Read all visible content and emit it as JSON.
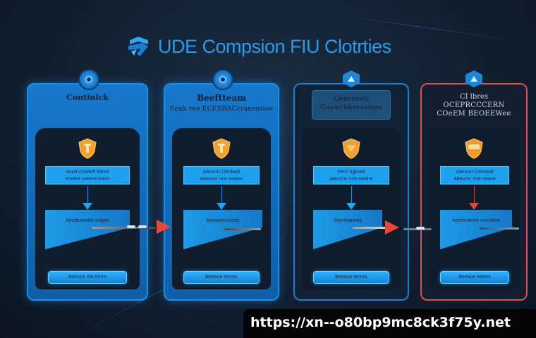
{
  "header": {
    "title": "UDE Compsion FIU Clotrties",
    "logo_icon": "stacked-arrow-logo-icon"
  },
  "panels": [
    {
      "header_lines": [
        "Continlck"
      ],
      "field_text": [
        "Aoutl ccoetelt titernt",
        "Ecetiel ceeeoconion"
      ],
      "funnel_text": "Aouttiumatte vutpes",
      "bar_text": "Reounc irte tenre",
      "shield_color": "#f3a12a"
    },
    {
      "header_lines": [
        "Beeftteam",
        "Eeak ree ECEBRACcraeentioe"
      ],
      "field_text": [
        "Ateucnc Denlaalt",
        "Ateucnc oce colane"
      ],
      "funnel_text": "Beeoeecccnctt",
      "bar_text": "Beeaoe tenres",
      "shield_color": "#f3a12a"
    },
    {
      "header_lines": [
        "Geeceeen",
        "Gusiectieeyestees"
      ],
      "field_text": [
        "Etecl tigicatit",
        "Ateucnc oce ceolne"
      ],
      "funnel_text": "Seerroannes",
      "bar_text": "Beeaoe tenres",
      "shield_color": "#f0a030"
    },
    {
      "header_lines": [
        "CI lbres",
        "OCEPRCCCERN",
        "COeEM BEOEEWee"
      ],
      "field_text": [
        "Ateucnc Denlaalt",
        "Ateucnc oce ceane"
      ],
      "funnel_text": "Aoetrcotnee cneclfent",
      "bar_text": "Beeaoe tenres",
      "shield_color": "#f39a2a"
    }
  ],
  "watermark": {
    "url": "https://xn--o80bp9mc8ck3f75y.net"
  },
  "colors": {
    "accent": "#1a8fe6",
    "alert": "#e8483c",
    "title": "#2a9be6"
  }
}
